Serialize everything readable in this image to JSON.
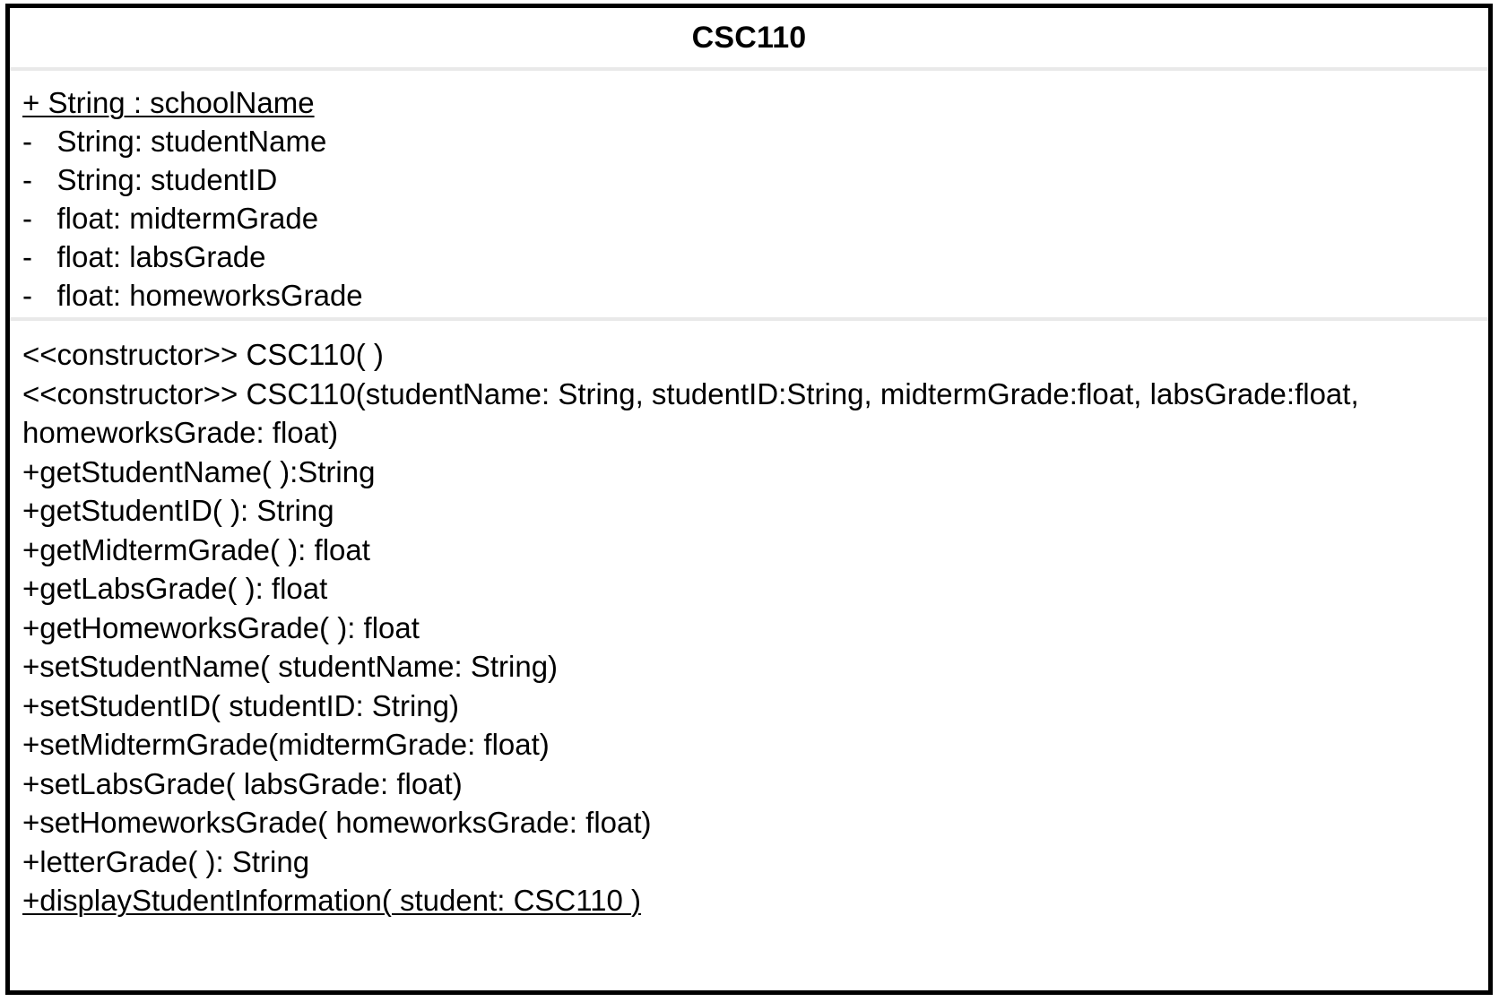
{
  "diagram": {
    "type": "uml-class-diagram",
    "class_name": "CSC110",
    "border_color": "#000000",
    "divider_color": "#e9e9e9",
    "text_color": "#000000",
    "background_color": "#ffffff"
  },
  "attributes": [
    {
      "text": "+ String : schoolName",
      "static": true,
      "visibility": "public"
    },
    {
      "text": "-   String: studentName",
      "static": false,
      "visibility": "private"
    },
    {
      "text": "-   String: studentID",
      "static": false,
      "visibility": "private"
    },
    {
      "text": "-   float: midtermGrade",
      "static": false,
      "visibility": "private"
    },
    {
      "text": "-   float: labsGrade",
      "static": false,
      "visibility": "private"
    },
    {
      "text": "-   float: homeworksGrade",
      "static": false,
      "visibility": "private"
    }
  ],
  "operations": [
    {
      "text": "<<constructor>> CSC110( )",
      "static": false,
      "stereotype": "constructor"
    },
    {
      "text": "<<constructor>> CSC110(studentName: String, studentID:String, midtermGrade:float, labsGrade:float, homeworksGrade: float)",
      "static": false,
      "stereotype": "constructor"
    },
    {
      "text": "+getStudentName( ):String",
      "static": false,
      "visibility": "public"
    },
    {
      "text": "+getStudentID( ): String",
      "static": false,
      "visibility": "public"
    },
    {
      "text": "+getMidtermGrade( ): float",
      "static": false,
      "visibility": "public"
    },
    {
      "text": "+getLabsGrade( ): float",
      "static": false,
      "visibility": "public"
    },
    {
      "text": "+getHomeworksGrade( ): float",
      "static": false,
      "visibility": "public"
    },
    {
      "text": "+setStudentName( studentName: String)",
      "static": false,
      "visibility": "public"
    },
    {
      "text": "+setStudentID( studentID: String)",
      "static": false,
      "visibility": "public"
    },
    {
      "text": "+setMidtermGrade(midtermGrade: float)",
      "static": false,
      "visibility": "public"
    },
    {
      "text": "+setLabsGrade( labsGrade: float)",
      "static": false,
      "visibility": "public"
    },
    {
      "text": "+setHomeworksGrade( homeworksGrade: float)",
      "static": false,
      "visibility": "public"
    },
    {
      "text": "+letterGrade( ): String",
      "static": false,
      "visibility": "public"
    },
    {
      "text": "+displayStudentInformation( student: CSC110 )",
      "static": true,
      "visibility": "public"
    }
  ]
}
